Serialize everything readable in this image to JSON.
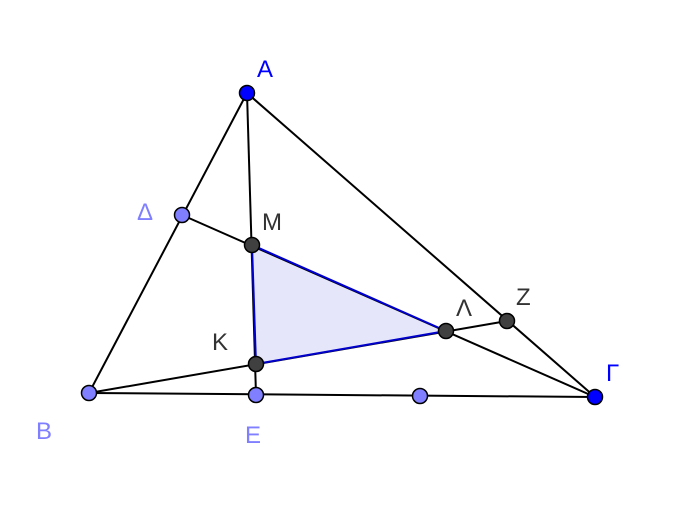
{
  "labels": {
    "A": "A",
    "B": "B",
    "Gamma": "Γ",
    "Delta": "Δ",
    "E": "E",
    "Z": "Z",
    "M": "M",
    "K": "K",
    "Lambda": "Λ"
  },
  "colors": {
    "segment": "#000000",
    "triangle_edge": "#0000cc",
    "triangle_fill": "#e6e6fa",
    "free_point": "#0000ff",
    "dependent_point": "#7f7fff",
    "intersection_point": "#404040",
    "label_blue": "#0000ff",
    "label_light_blue": "#7f7fff",
    "label_dark": "#333333"
  }
}
